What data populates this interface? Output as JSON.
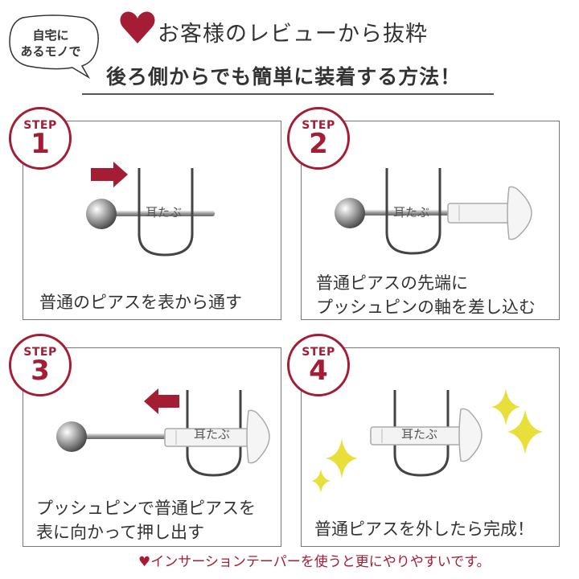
{
  "speech_bubble": {
    "line1": "自宅に",
    "line2": "あるモノで"
  },
  "header": {
    "title": "お客様のレビューから抜粋",
    "subtitle": "後ろ側からでも簡単に装着する方法！"
  },
  "steps": [
    {
      "step_word": "STEP",
      "number": "1",
      "lobe_label": "耳たぶ",
      "caption_lines": [
        "普通のピアスを表から通す"
      ]
    },
    {
      "step_word": "STEP",
      "number": "2",
      "lobe_label": "耳たぶ",
      "caption_lines": [
        "普通ピアスの先端に",
        "プッシュピンの軸を差し込む"
      ]
    },
    {
      "step_word": "STEP",
      "number": "3",
      "lobe_label": "耳たぶ",
      "caption_lines": [
        "プッシュピンで普通ピアスを",
        "表に向かって押し出す"
      ]
    },
    {
      "step_word": "STEP",
      "number": "4",
      "lobe_label": "耳たぶ",
      "caption_lines": [
        "普通ピアスを外したら完成！"
      ]
    }
  ],
  "footer": {
    "text": "♥インサーションテーパーを使うと更にやりやすいです。"
  },
  "colors": {
    "accent": "#a51d34",
    "sparkle": "#e8df3a",
    "border": "#777777"
  }
}
